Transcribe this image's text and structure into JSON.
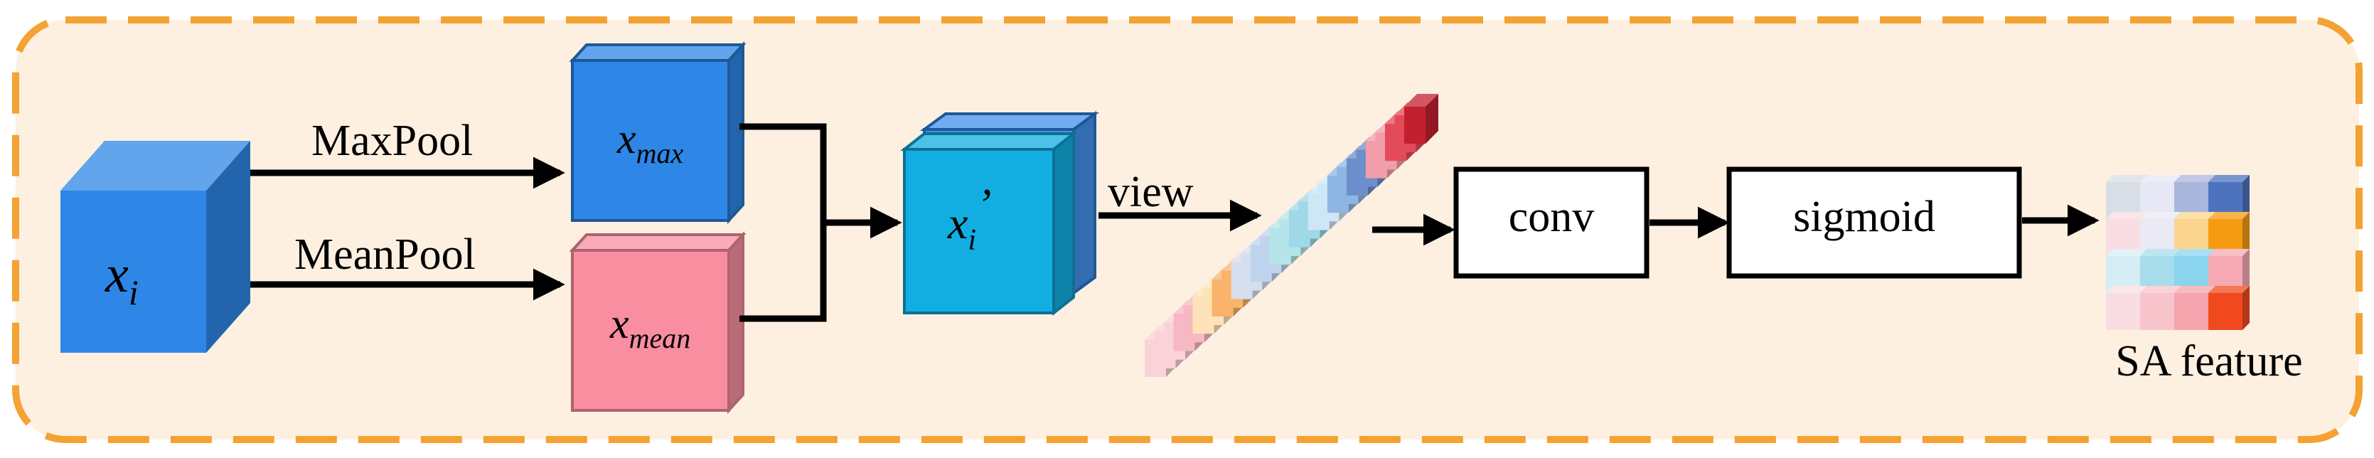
{
  "colors": {
    "background": "#FDF0E1",
    "dash_border": "#F4A233",
    "blue_cube": "#2E87E6",
    "red_cube": "#F88EA0",
    "cyan_cube": "#12AEE2",
    "token_colors": [
      "#FAD2D8",
      "#F6B8C2",
      "#FFE3B8",
      "#F9B36A",
      "#D6DFEE",
      "#BFD4EC",
      "#B5E5E8",
      "#9FD8E6",
      "#CFE6F7",
      "#8FB6E3",
      "#6C8FCC",
      "#F19EAA",
      "#E34A5A",
      "#C2202F"
    ],
    "feature_grid": [
      [
        "#D8DEE6",
        "#E6E9F5",
        "#A9B7DD",
        "#4E73BE"
      ],
      [
        "#F8DDE3",
        "#EBE9F3",
        "#FBD58E",
        "#F59B12"
      ],
      [
        "#D7EDF6",
        "#A7DDEB",
        "#8BD4EE",
        "#F7A9B3"
      ],
      [
        "#F9DDE2",
        "#F8C4CB",
        "#F6A4AE",
        "#F0491E"
      ]
    ]
  },
  "nodes": {
    "xi": {
      "base": "x",
      "sub": "i"
    },
    "xmax": {
      "base": "x",
      "sub": "max"
    },
    "xmean": {
      "base": "x",
      "sub": "mean"
    },
    "xi_prime": {
      "base": "x",
      "sub": "i",
      "prime": "’"
    }
  },
  "edges": {
    "maxpool": "MaxPool",
    "meanpool": "MeanPool",
    "view": "view"
  },
  "blocks": {
    "conv": "conv",
    "sigmoid": "sigmoid"
  },
  "output": {
    "label": "SA feature"
  }
}
